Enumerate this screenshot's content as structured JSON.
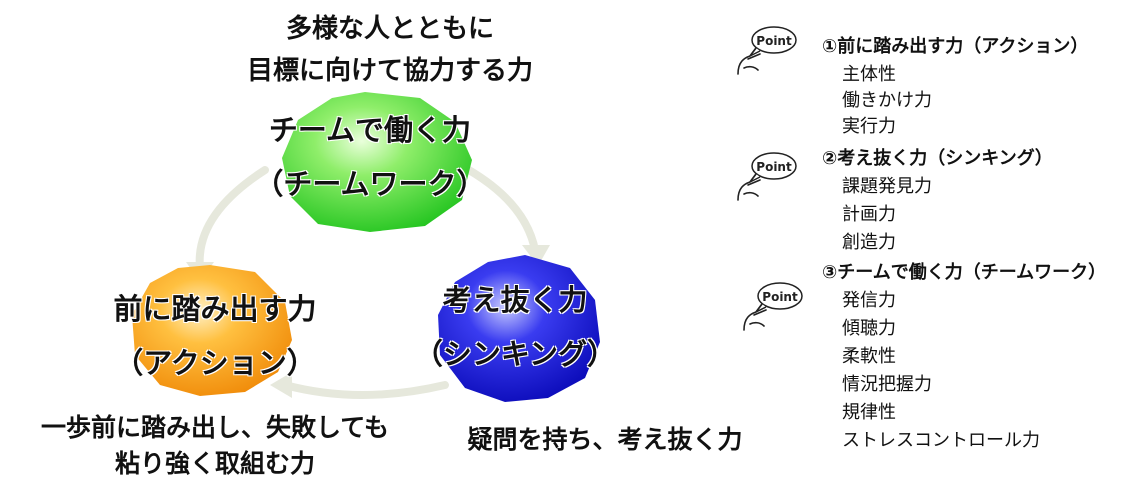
{
  "colors": {
    "green": "#2ecc2e",
    "blue": "#1616d0",
    "orange": "#f59a12",
    "arrow": "#e4e6d8"
  },
  "cycle": {
    "top_caption": [
      "多様な人とともに",
      "目標に向けて協力する力"
    ],
    "team": {
      "line1": "チームで働く力",
      "line2": "（チームワーク）"
    },
    "action": {
      "line1": "前に踏み出す力",
      "line2": "（アクション）"
    },
    "thinking": {
      "line1": "考え抜く力",
      "line2": "（シンキング）"
    },
    "action_caption": [
      "一歩前に踏み出し、失敗しても",
      "粘り強く取組む力"
    ],
    "thinking_caption": "疑問を持ち、考え抜く力"
  },
  "points": [
    {
      "icon": "pointing-hand-icon",
      "badge": "Point",
      "heading": "①前に踏み出す力（アクション）",
      "items": [
        "主体性",
        "働きかけ力",
        "実行力"
      ]
    },
    {
      "icon": "pointing-hand-icon",
      "badge": "Point",
      "heading": "②考え抜く力（シンキング）",
      "items": [
        "課題発見力",
        "計画力",
        "創造力"
      ]
    },
    {
      "icon": "pointing-hand-icon",
      "badge": "Point",
      "heading": "③チームで働く力（チームワーク）",
      "items": [
        "発信力",
        "傾聴力",
        "柔軟性",
        "情況把握力",
        "規律性",
        "ストレスコントロール力"
      ]
    }
  ]
}
